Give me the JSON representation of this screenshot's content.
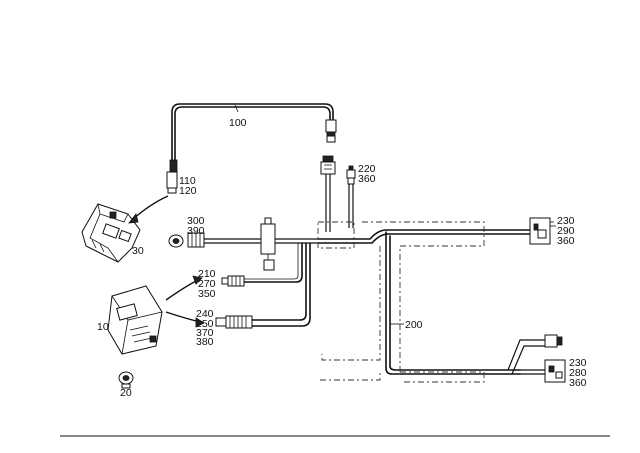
{
  "labels": {
    "l100": "100",
    "l110": "110",
    "l120": "120",
    "l220": "220",
    "l360a": "360",
    "l230a": "230",
    "l290": "290",
    "l360b": "360",
    "l300": "300",
    "l390": "390",
    "l30": "30",
    "l210": "210",
    "l270": "270",
    "l350": "350",
    "l240": "240",
    "l250": "250",
    "l370": "370",
    "l380": "380",
    "l10": "10",
    "l200": "200",
    "l20": "20",
    "l230b": "230",
    "l280": "280",
    "l360c": "360"
  }
}
